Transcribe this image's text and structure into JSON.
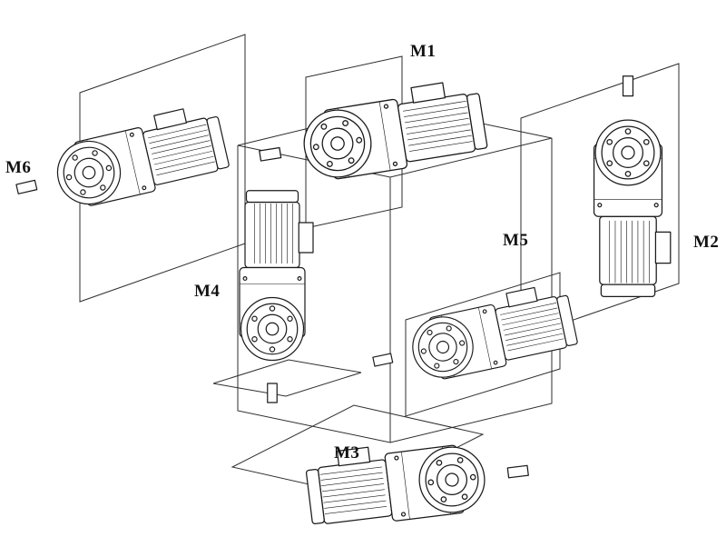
{
  "diagram": {
    "labels": {
      "m1": "M1",
      "m2": "M2",
      "m3": "M3",
      "m4": "M4",
      "m5": "M5",
      "m6": "M6"
    },
    "colors": {
      "line": "#1a1a1a",
      "background": "#ffffff"
    }
  }
}
